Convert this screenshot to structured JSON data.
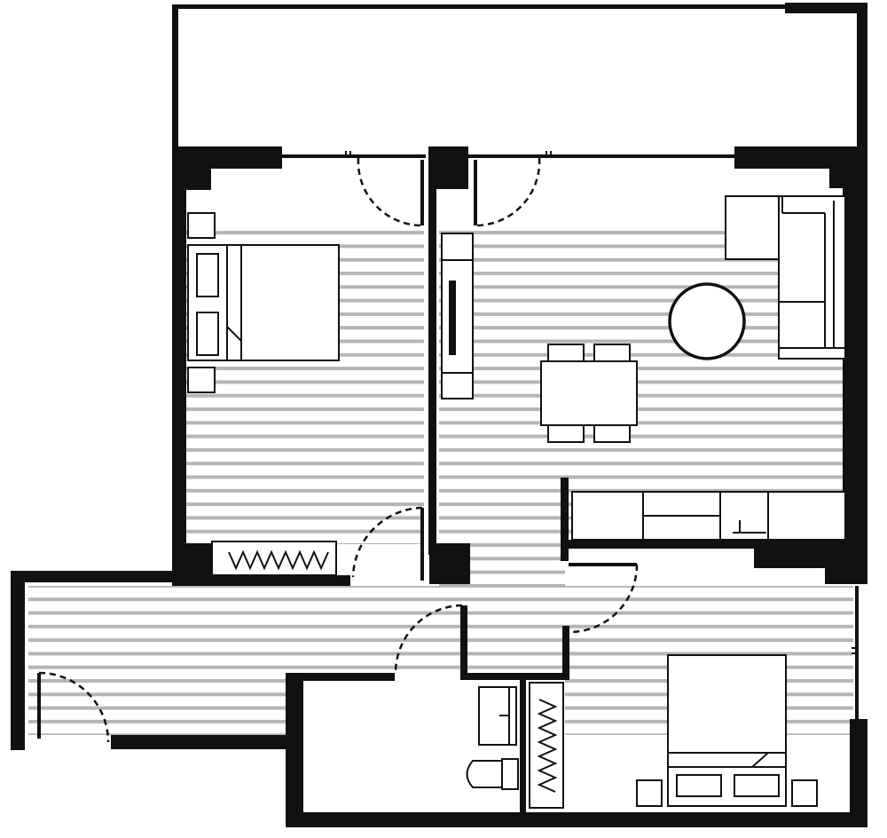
{
  "plan": {
    "type": "apartment-floor-plan",
    "bedrooms": 2,
    "bathrooms": 1,
    "has_balcony": true,
    "floor_finish": "timber-strip",
    "colors": {
      "wall": "#111111",
      "floor_stripe": "#b5b5b5",
      "background": "#ffffff"
    }
  }
}
